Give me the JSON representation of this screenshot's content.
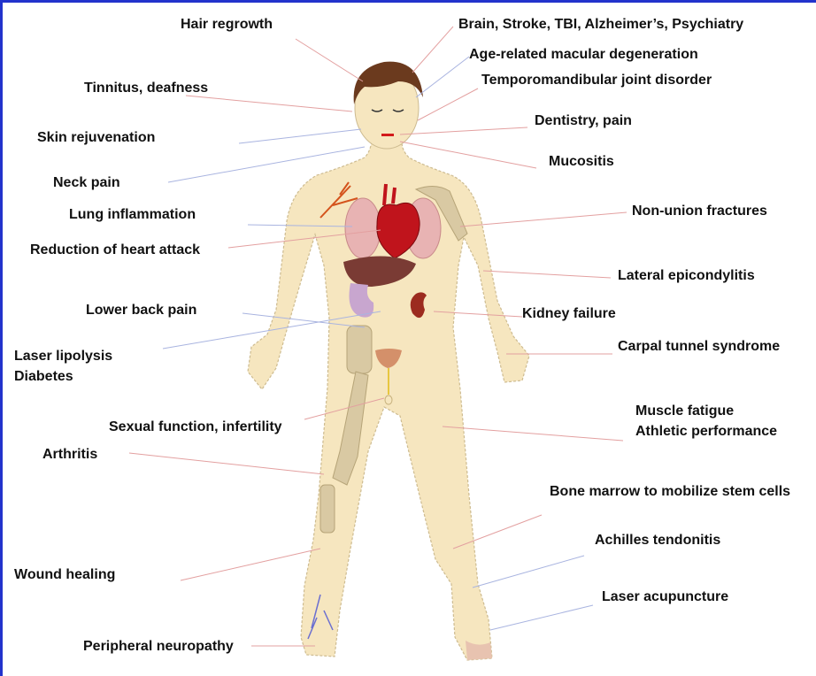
{
  "colors": {
    "frame": "#2233cc",
    "skin": "#f6e6bf",
    "hair": "#6b3a1e",
    "heart": "#c0141c",
    "lungs": "#e8b3b3",
    "liver": "#7a3b34",
    "kidney": "#9c2b1f",
    "bone": "#d9c9a3",
    "leader_red": "#e3a0a0",
    "leader_blue": "#a9b4e0"
  },
  "labels": {
    "hair_regrowth": "Hair regrowth",
    "brain": "Brain, Stroke, TBI, Alzheimer’s, Psychiatry",
    "macular": "Age-related macular degeneration",
    "tinnitus": "Tinnitus,  deafness",
    "tmj": "Temporomandibular joint disorder",
    "skin": "Skin rejuvenation",
    "dentistry": "Dentistry, pain",
    "mucositis": "Mucositis",
    "neck": "Neck pain",
    "lung": "Lung inflammation",
    "heart_attack": "Reduction of heart attack",
    "nonunion": "Non-union fractures",
    "epicondylitis": "Lateral epicondylitis",
    "lower_back": "Lower back pain",
    "kidney": "Kidney failure",
    "lipolysis": "Laser lipolysis",
    "diabetes": "Diabetes",
    "carpal": "Carpal tunnel syndrome",
    "muscle_fatigue": "Muscle fatigue",
    "athletic": "Athletic performance",
    "sexual": "Sexual function, infertility",
    "arthritis": "Arthritis",
    "bone_marrow": "Bone marrow to mobilize stem cells",
    "achilles": "Achilles tendonitis",
    "wound": "Wound healing",
    "acupuncture": "Laser acupuncture",
    "neuropathy": "Peripheral neuropathy"
  }
}
